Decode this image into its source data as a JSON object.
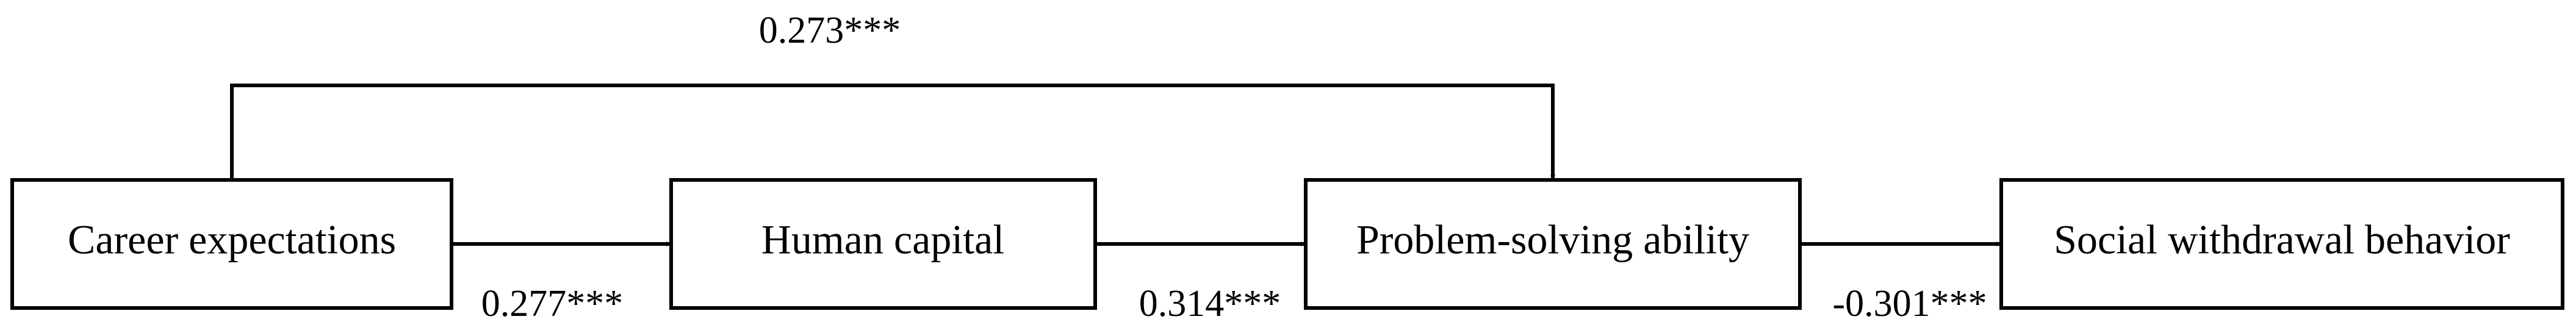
{
  "nodes": {
    "career": "Career expectations",
    "human": "Human capital",
    "problem": "Problem-solving ability",
    "social": "Social withdrawal behavior"
  },
  "coefficients": {
    "career_to_problem": "0.273***",
    "career_to_human": "0.277***",
    "human_to_problem": "0.314***",
    "problem_to_social": "-0.301***"
  },
  "colors": {
    "stroke": "#000000",
    "background": "#ffffff"
  }
}
